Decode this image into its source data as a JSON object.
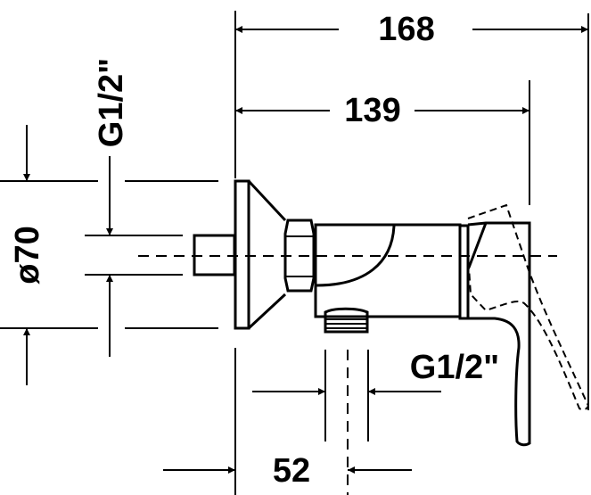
{
  "drawing": {
    "dimensions": {
      "overall_length": "168",
      "body_length": "139",
      "flange_diameter": "ø70",
      "inlet_thread": "G1/2\"",
      "outlet_thread": "G1/2\"",
      "outlet_offset": "52"
    },
    "colors": {
      "line": "#000000",
      "background": "#ffffff"
    }
  }
}
